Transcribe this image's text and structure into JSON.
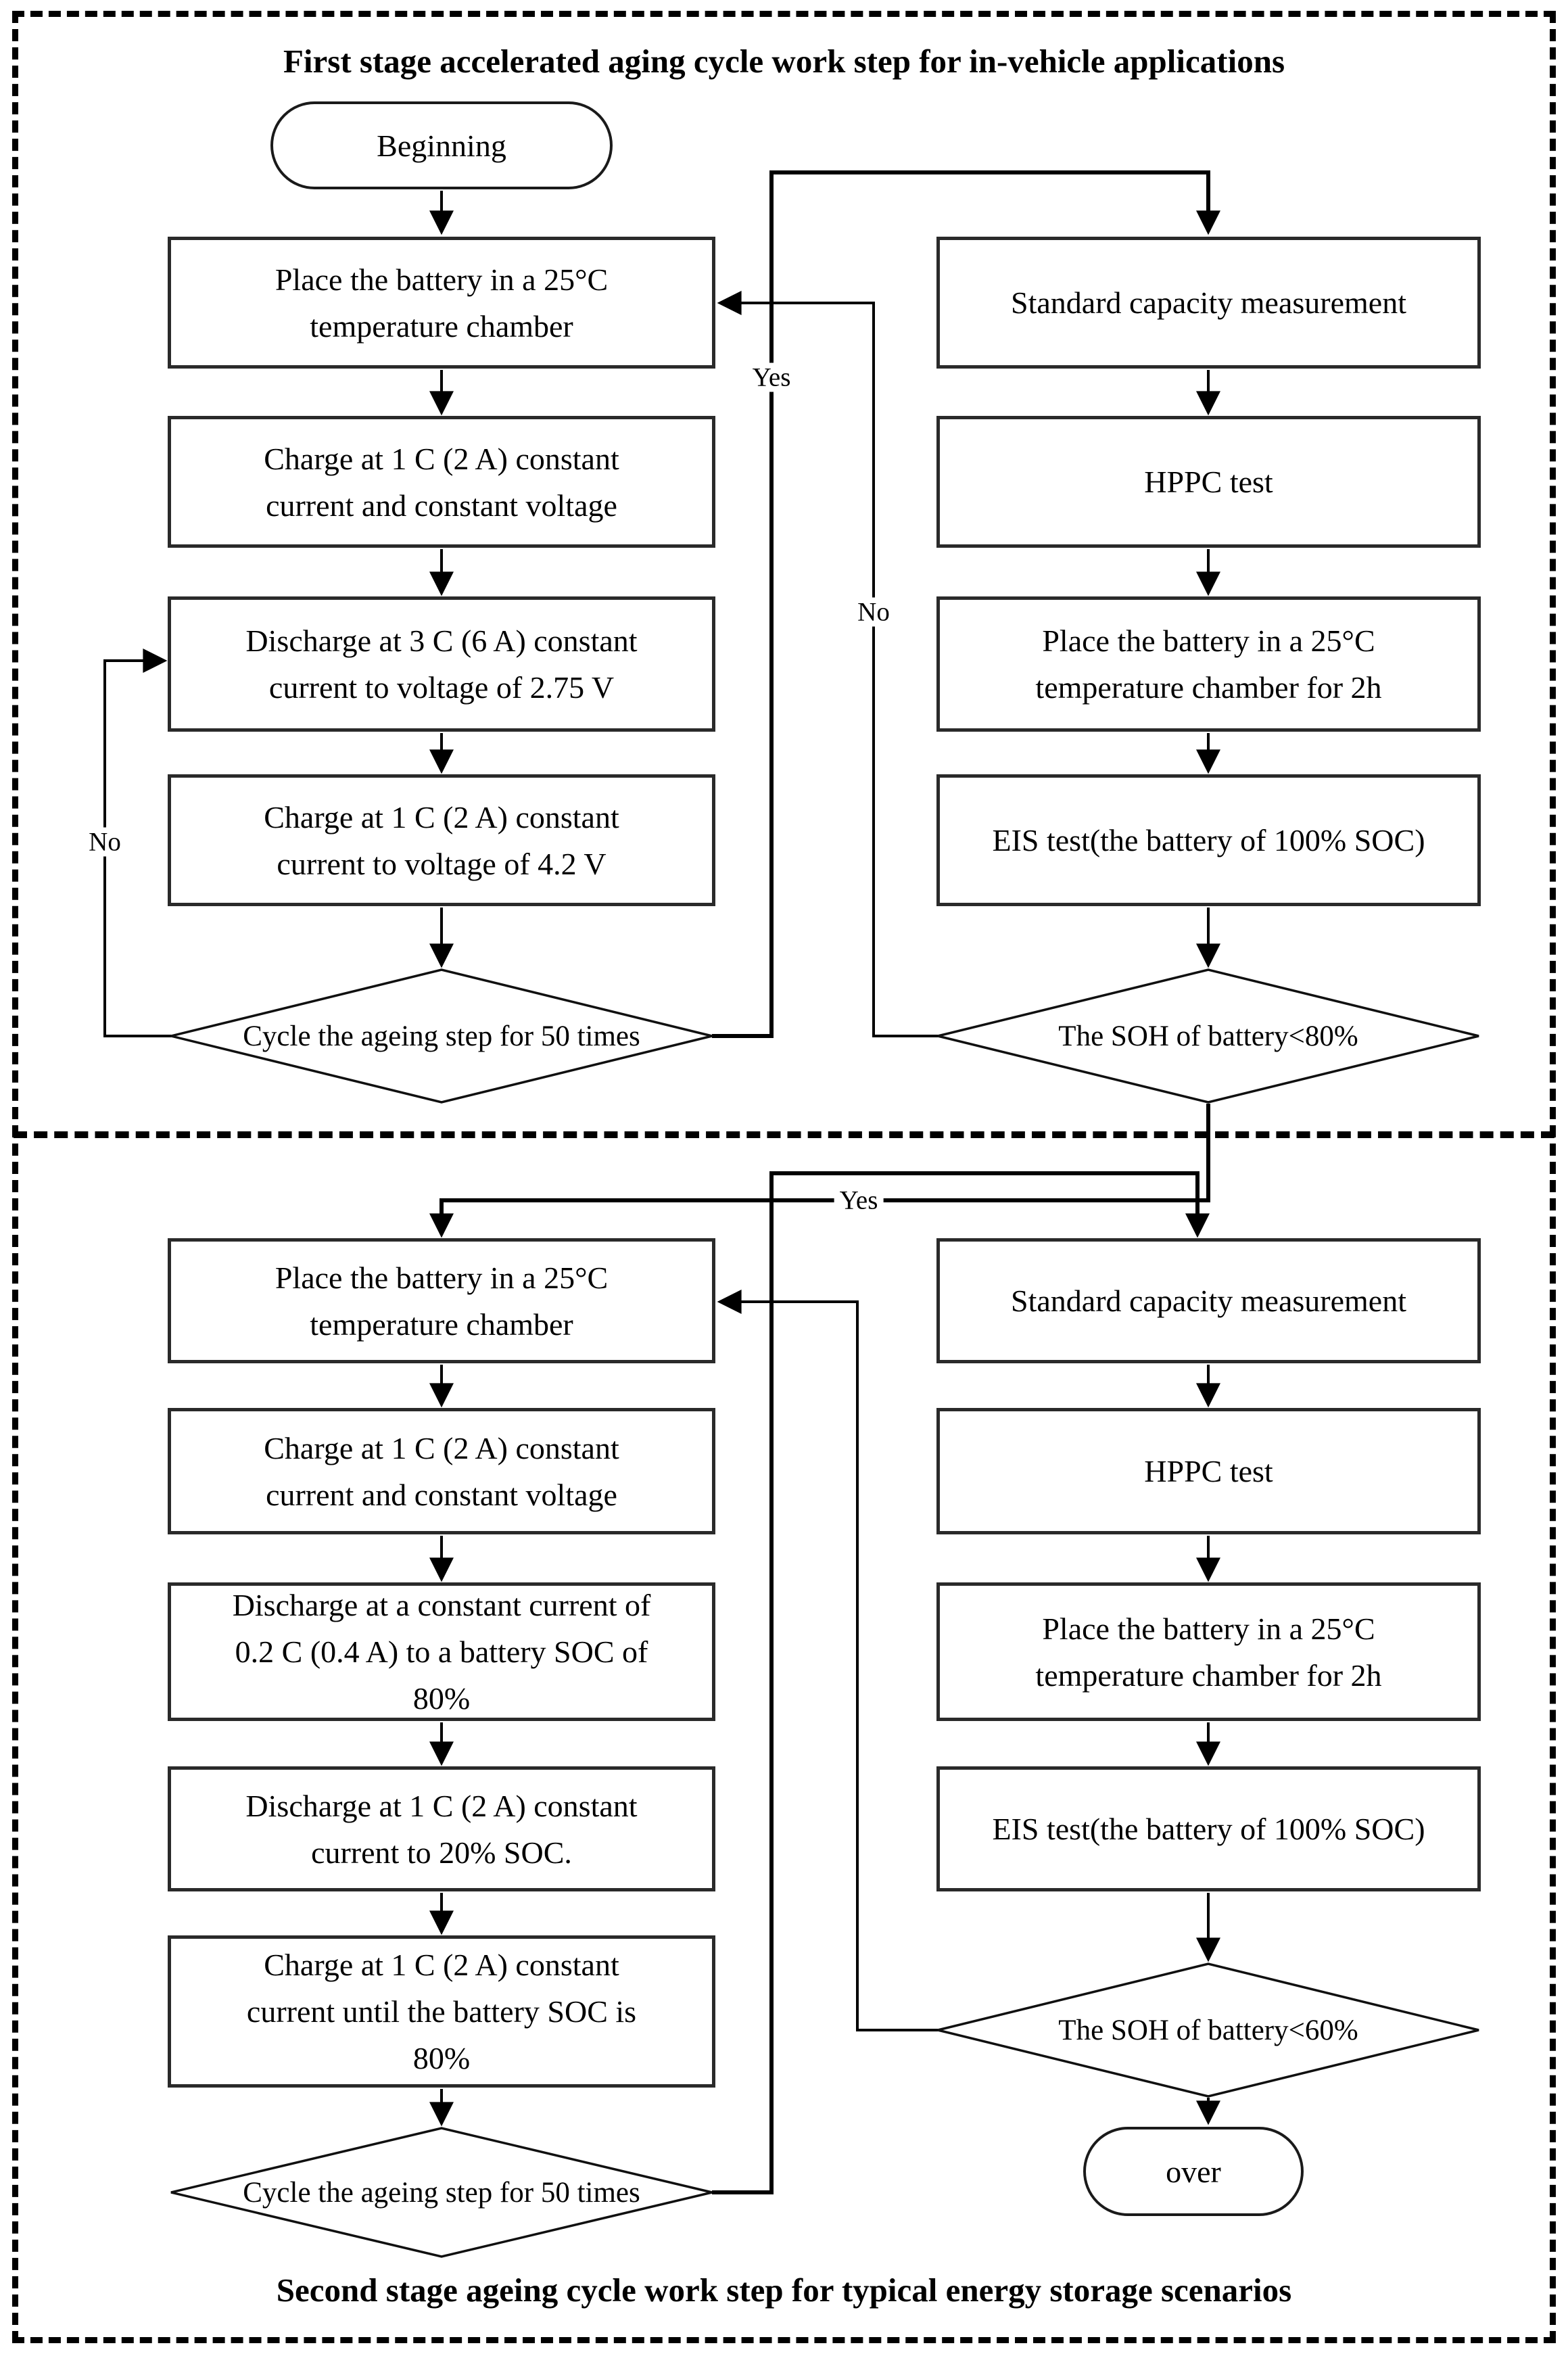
{
  "page": {
    "background": "#ffffff",
    "line_color": "#000000"
  },
  "stage1": {
    "title": "First stage accelerated aging cycle work step for in-vehicle applications",
    "start_label": "Beginning",
    "left_steps": [
      "Place the battery in a 25°C\ntemperature chamber",
      "Charge at 1 C (2 A) constant\ncurrent and constant voltage",
      "Discharge at 3 C (6 A) constant\ncurrent to  voltage of 2.75 V",
      "Charge at 1 C (2 A) constant\ncurrent  to voltage of  4.2 V"
    ],
    "cycle_decision": "Cycle the ageing  step for 50 times",
    "cycle_yes_label": "Yes",
    "cycle_no_label": "No",
    "right_steps": [
      "Standard capacity measurement",
      "HPPC test",
      "Place the battery in a 25°C\ntemperature chamber for 2h",
      "EIS test(the battery of 100% SOC)"
    ],
    "soh_decision": "The SOH of battery<80%",
    "soh_no_label": "No",
    "soh_yes_label": "Yes"
  },
  "stage2": {
    "title": "Second stage ageing cycle work step for typical energy storage scenarios",
    "left_steps": [
      "Place the battery in a 25°C\ntemperature chamber",
      "Charge at 1 C (2 A) constant\ncurrent and constant voltage",
      "Discharge at a constant current of\n0.2 C (0.4 A) to a battery SOC of\n80%",
      "Discharge at 1 C (2 A) constant\ncurrent to 20% SOC.",
      "Charge at 1 C (2 A) constant\ncurrent until the battery SOC is\n80%"
    ],
    "cycle_decision": "Cycle the ageing  step for 50 times",
    "right_steps": [
      "Standard capacity measurement",
      "HPPC test",
      "Place the battery in a 25°C\ntemperature chamber for 2h",
      "EIS test(the battery of 100% SOC)"
    ],
    "soh_decision": "The SOH of battery<60%",
    "end_label": "over"
  }
}
